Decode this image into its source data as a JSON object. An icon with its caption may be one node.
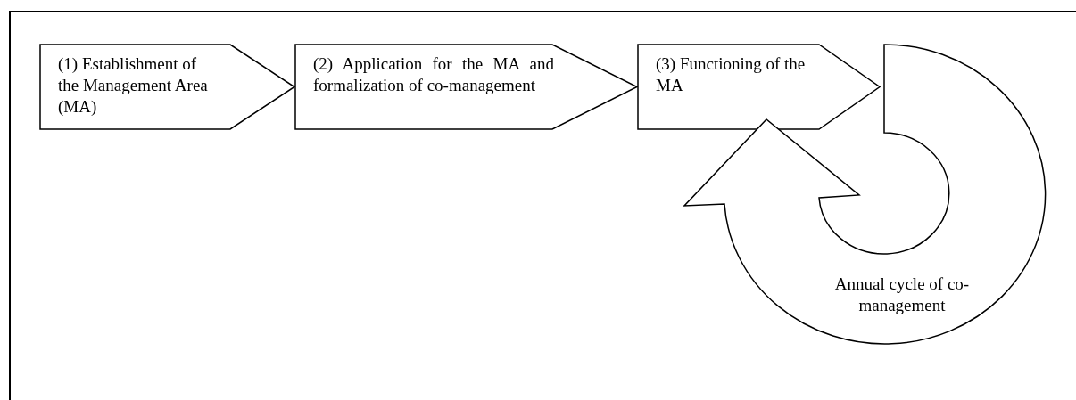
{
  "diagram": {
    "nodes": [
      {
        "text": [
          "(1) Establishment of the Management Area (MA)"
        ]
      },
      {
        "text": [
          "(2) Application for the MA and formalization of co-management"
        ]
      },
      {
        "text": [
          "(3) Functioning of the MA"
        ]
      },
      {
        "text": [
          "Annual cycle of co-management"
        ]
      }
    ],
    "edges": []
  }
}
